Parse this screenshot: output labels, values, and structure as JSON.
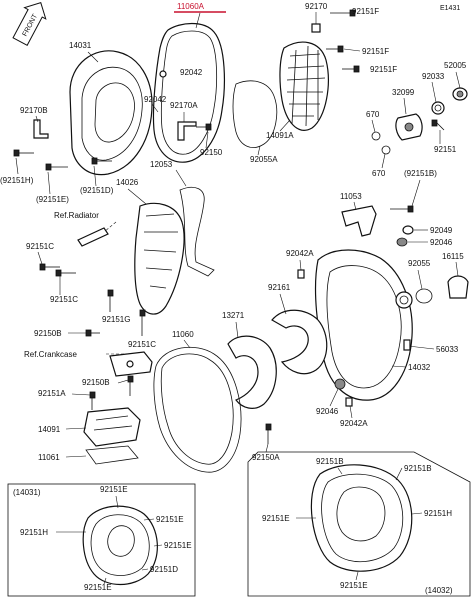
{
  "ref_code": "E1431",
  "front_marker": "FRONT",
  "highlight_part": "11060A",
  "colors": {
    "highlight": "#c8102e",
    "ink": "#111111"
  },
  "labels": {
    "p14031": "14031",
    "p92042_top": "92042",
    "p92170_top": "92170",
    "p92151F_a": "92151F",
    "p92151F_b": "92151F",
    "p92151F_c": "92151F",
    "p92033": "92033",
    "p52005": "52005",
    "p32099": "32099",
    "p670_a": "670",
    "p670_b": "670",
    "p92151_r": "92151",
    "p92170B": "92170B",
    "p92042_mid": "92042",
    "p92170A": "92170A",
    "p14091A": "14091A",
    "p92055A": "92055A",
    "p92150_mid": "92150",
    "p12053": "12053",
    "p92151H_l": "(92151H)",
    "p92151E_l": "(92151E)",
    "p92151D_l": "(92151D)",
    "p92151B_r": "(92151B)",
    "p14026": "14026",
    "ref_radiator": "Ref.Radiator",
    "p11053": "11053",
    "p92049": "92049",
    "p92046_r": "92046",
    "p92151C_a": "92151C",
    "p92042A_a": "92042A",
    "p92055": "92055",
    "p16115": "16115",
    "p92161": "92161",
    "p92151C_b": "92151C",
    "p92151G": "92151G",
    "p13271": "13271",
    "p11060": "11060",
    "p92151C_c": "92151C",
    "p92150B": "92150B",
    "ref_crankcase": "Ref.Crankcase",
    "p56033": "56033",
    "p14032": "14032",
    "p92151A": "92151A",
    "p92150B_b": "92150B",
    "p92046_b": "92046",
    "p92042A_b": "92042A",
    "p14091": "14091",
    "p11061": "11061",
    "p92150A": "92150A"
  },
  "inset_left": {
    "title": "(14031)",
    "labels": {
      "a": "92151E",
      "b": "92151H",
      "c": "92151E",
      "d": "92151E",
      "e": "92151D",
      "f": "92151E"
    }
  },
  "inset_right": {
    "title": "(14032)",
    "labels": {
      "a": "92151B",
      "b": "92151B",
      "c": "92151E",
      "d": "92151H",
      "e": "92151E"
    }
  }
}
